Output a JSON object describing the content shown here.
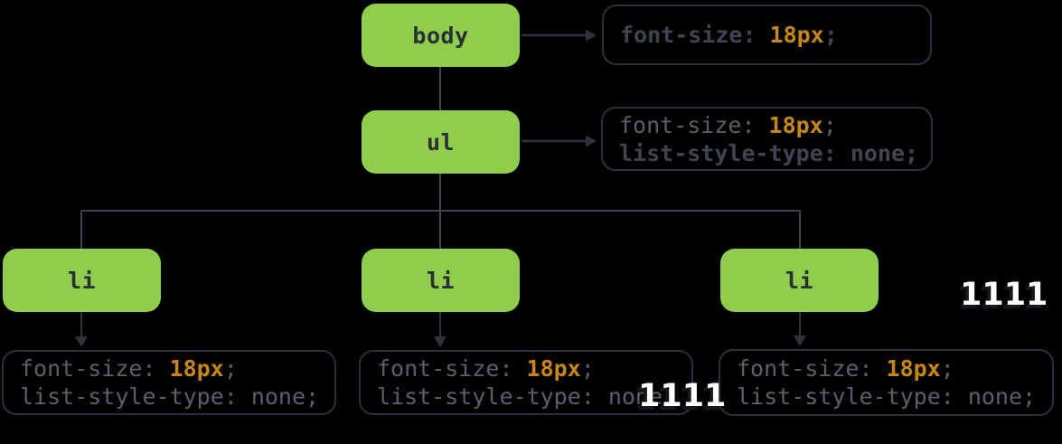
{
  "diagram": {
    "title_hint": "CSS inheritance tree for font-size and list-style-type",
    "nodes": {
      "body": "body",
      "ul": "ul",
      "li": "li"
    },
    "code": {
      "font_size_prop": "font-size:",
      "font_size_val": "18px",
      "list_style_prop": "list-style-type:",
      "list_style_val": "none",
      "semicolon": ";"
    },
    "annotations": {
      "overlay_count_middle": "1111",
      "overlay_count_right": "1111"
    },
    "colors": {
      "background": "#000000",
      "node_green": "#8fce4c",
      "node_text": "#2b2e35",
      "rule_border": "#2b303a",
      "code_gray": "#59606c",
      "code_bold_dark": "#3f4450",
      "code_value_orange": "#c6890e",
      "tree_line": "#3e4654",
      "arrow_line": "#2e333b",
      "overlay_text": "#ffffff"
    }
  }
}
